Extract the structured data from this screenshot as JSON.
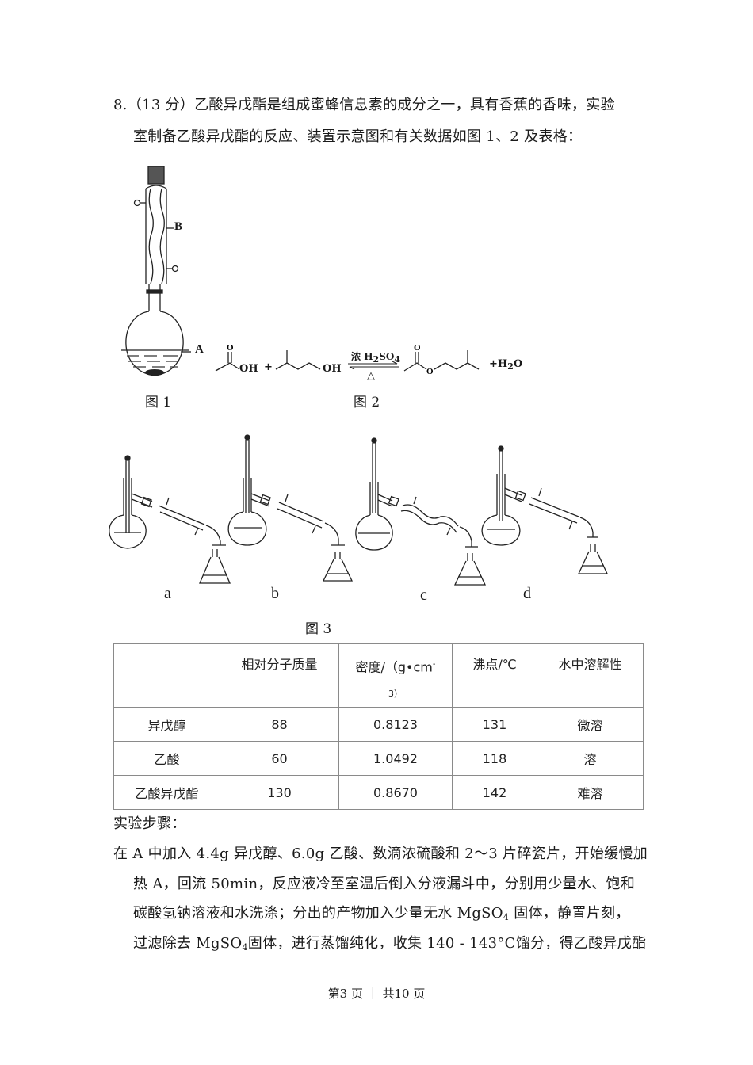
{
  "question": {
    "line1": "8.（13 分）乙酸异戊酯是组成蜜蜂信息素的成分之一，具有香蕉的香味，实验",
    "line2": "室制备乙酸异戊酯的反应、装置示意图和有关数据如图 1、2 及表格："
  },
  "figure1": {
    "caption": "图 1",
    "label_B": "B",
    "label_A": "A"
  },
  "figure2": {
    "caption": "图 2",
    "reactant1_group": "OH",
    "plus": "+",
    "reactant2_group": "OH",
    "catalyst_prefix": "浓 ",
    "catalyst": "H2SO4",
    "condition": "△",
    "product_atom": "O",
    "carbonyl_O": "O",
    "byproduct": "+H2O"
  },
  "figure3": {
    "caption": "图 3",
    "panels": [
      "a",
      "b",
      "c",
      "d"
    ]
  },
  "table": {
    "headers": [
      "",
      "相对分子质量",
      "密度/（g•cm",
      "沸点/℃",
      "水中溶解性"
    ],
    "density_exponent": "-",
    "density_unit_tail": "3）",
    "rows": [
      {
        "name": "异戊醇",
        "mw": "88",
        "density": "0.8123",
        "bp": "131",
        "solubility": "微溶"
      },
      {
        "name": "乙酸",
        "mw": "60",
        "density": "1.0492",
        "bp": "118",
        "solubility": "溶"
      },
      {
        "name": "乙酸异戊酯",
        "mw": "130",
        "density": "0.8670",
        "bp": "142",
        "solubility": "难溶"
      }
    ]
  },
  "procedure": {
    "heading": "实验步骤：",
    "line1": "在 A 中加入 4.4g 异戊醇、6.0g 乙酸、数滴浓硫酸和 2～3 片碎瓷片，开始缓慢加",
    "line2": "热 A，回流 50min，反应液冷至室温后倒入分液漏斗中，分别用少量水、饱和",
    "line3a": "碳酸氢钠溶液和水洗涤；分出的产物加入少量无水 MgSO",
    "line3b": " 固体，静置片刻，",
    "line4a": "过滤除去 MgSO",
    "line4b": "固体，进行蒸馏纯化，收集 140 - 143°C馏分，得乙酸异戊酯",
    "sub4": "4"
  },
  "footer": {
    "text": "第3 页 ｜ 共10 页"
  }
}
